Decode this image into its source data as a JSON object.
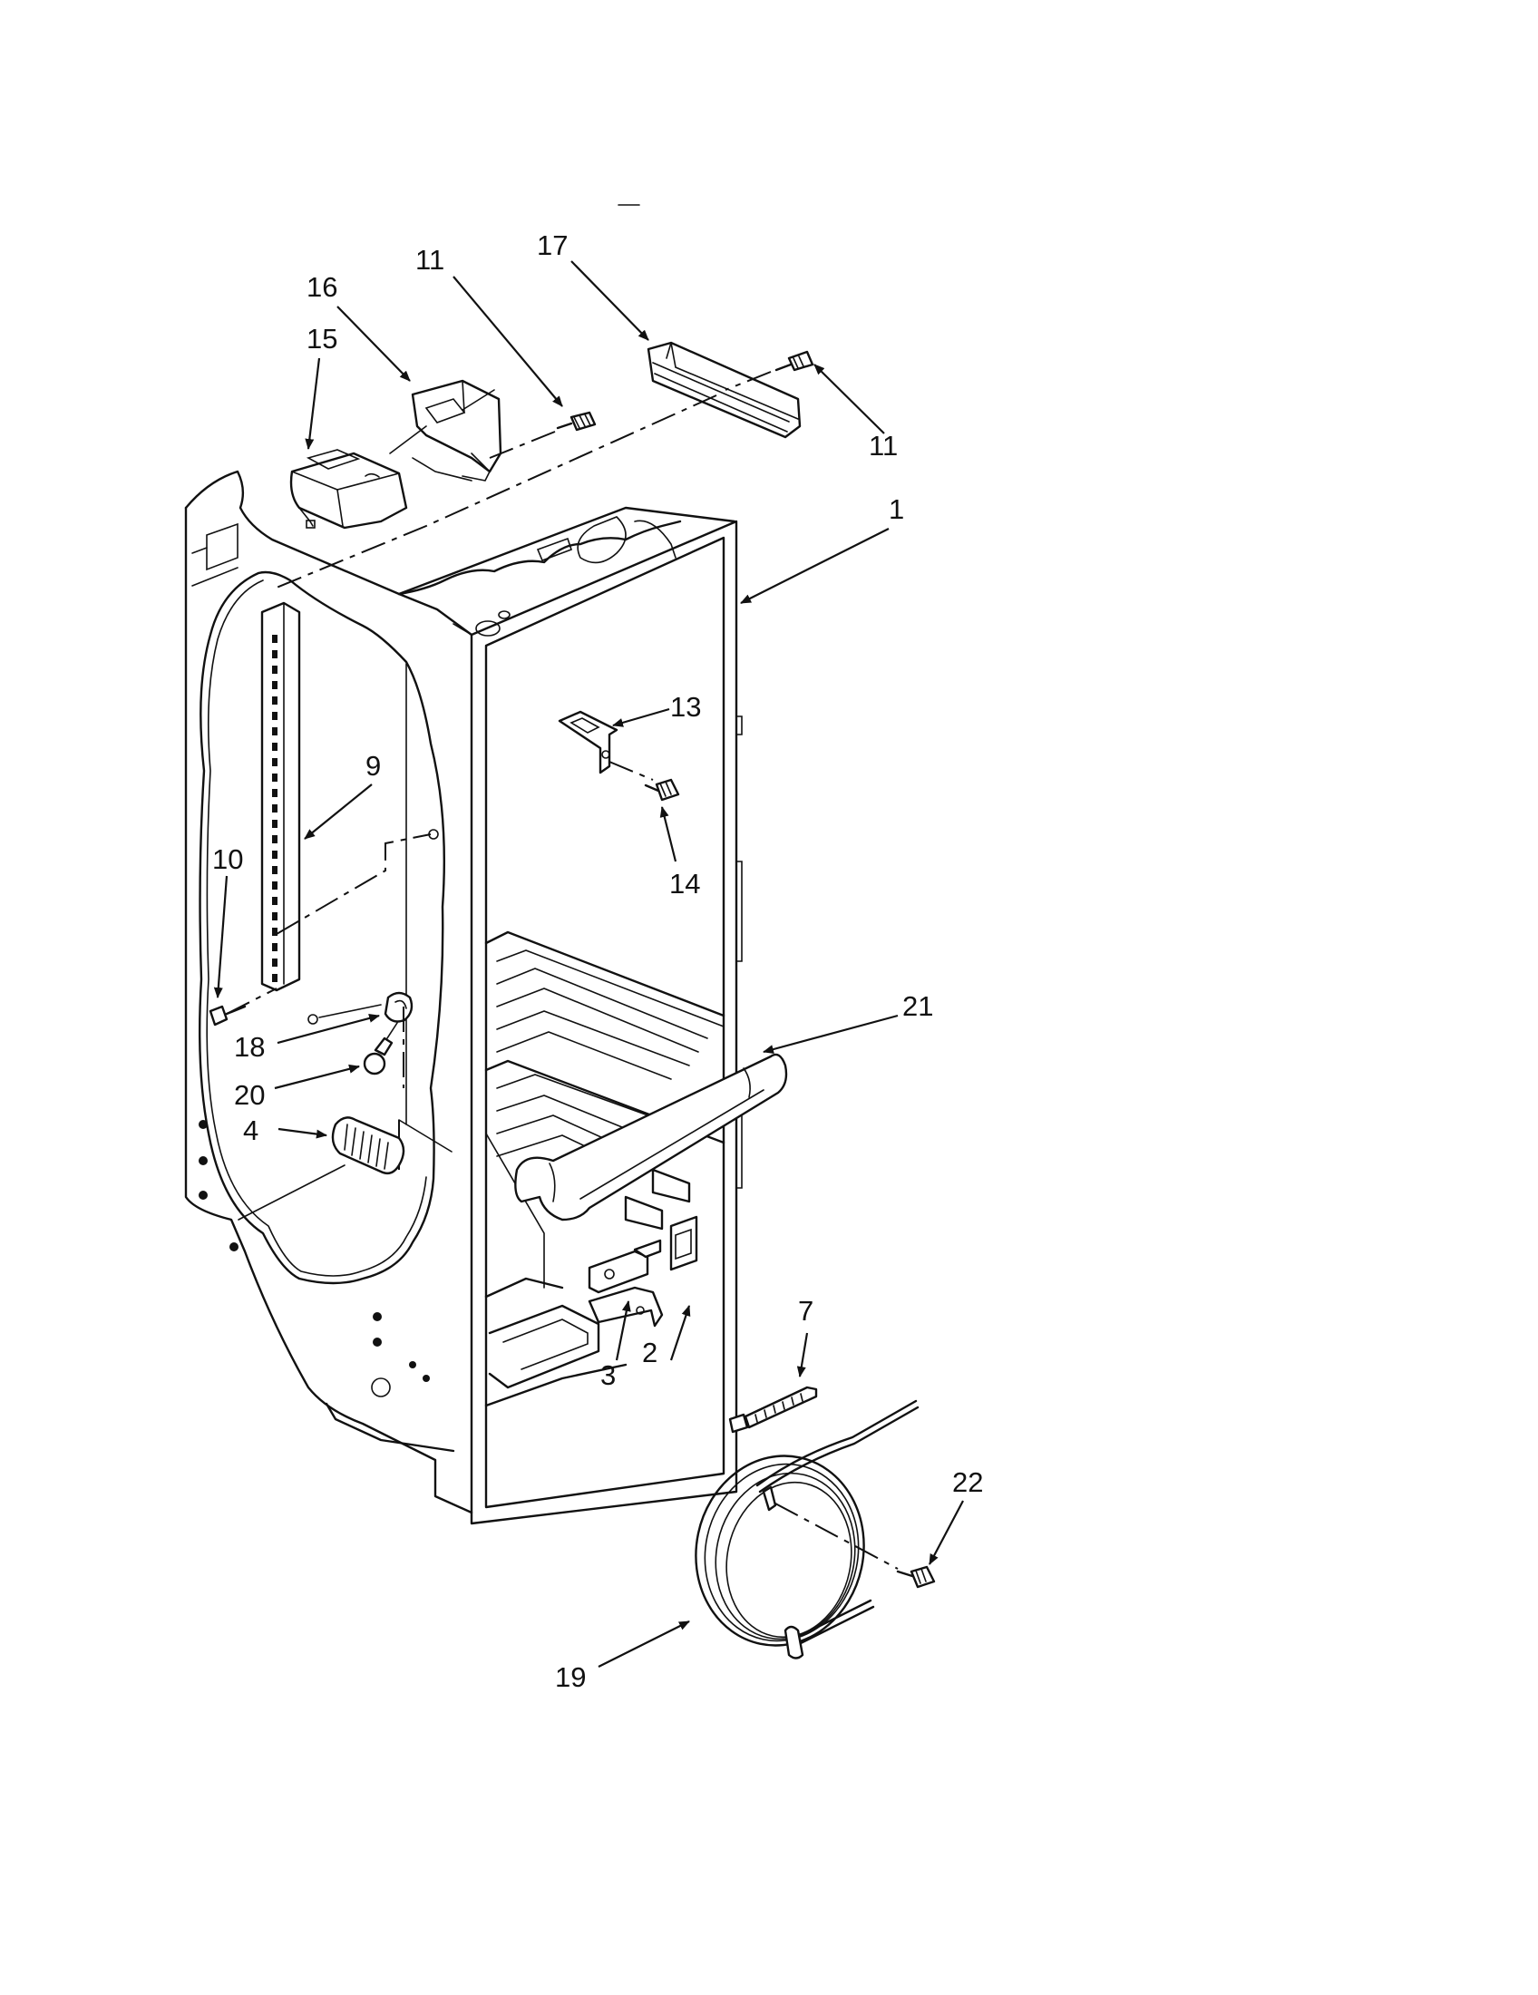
{
  "callouts": [
    {
      "id": "1",
      "text": "1"
    },
    {
      "id": "2",
      "text": "2"
    },
    {
      "id": "3",
      "text": "3"
    },
    {
      "id": "4",
      "text": "4"
    },
    {
      "id": "7",
      "text": "7"
    },
    {
      "id": "9",
      "text": "9"
    },
    {
      "id": "10",
      "text": "10"
    },
    {
      "id": "11a",
      "text": "11"
    },
    {
      "id": "11b",
      "text": "11"
    },
    {
      "id": "13",
      "text": "13"
    },
    {
      "id": "14",
      "text": "14"
    },
    {
      "id": "15",
      "text": "15"
    },
    {
      "id": "16",
      "text": "16"
    },
    {
      "id": "17",
      "text": "17"
    },
    {
      "id": "18",
      "text": "18"
    },
    {
      "id": "19",
      "text": "19"
    },
    {
      "id": "20",
      "text": "20"
    },
    {
      "id": "21",
      "text": "21"
    },
    {
      "id": "22",
      "text": "22"
    }
  ],
  "colors": {
    "ink": "#111111",
    "paper": "#ffffff"
  }
}
